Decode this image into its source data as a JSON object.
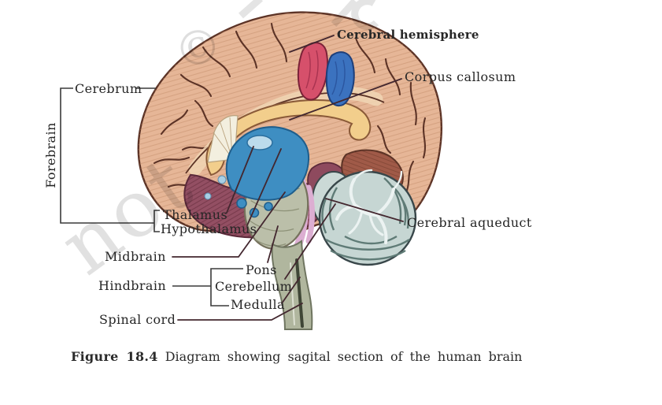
{
  "figure": {
    "labels": {
      "cerebral_hemisphere": "Cerebral hemisphere",
      "corpus_callosum": "Corpus callosum",
      "cerebrum": "Cerebrum",
      "forebrain": "Forebrain",
      "thalamus": "Thalamus",
      "hypothalamus": "Hypothalamus",
      "midbrain": "Midbrain",
      "cerebral_aqueduct": "Cerebral aqueduct",
      "pons": "Pons",
      "cerebellum": "Cerebellum",
      "medulla": "Medulla",
      "hindbrain": "Hindbrain",
      "spinal_cord": "Spinal cord"
    },
    "caption": {
      "figure_label": "Figure 18.4",
      "text": "Diagram showing sagital section of the human brain"
    },
    "watermark": {
      "copyright_symbol": "©",
      "fragment_lower": "not"
    },
    "colors": {
      "cortex": "#E6B697",
      "cortex_outline": "#5C3326",
      "corpus_callosum": "#F2CE8C",
      "thalamus_blue": "#3E8EC2",
      "highlight_red": "#D6506B",
      "highlight_blue": "#3B72BF",
      "pons_gray": "#BBBFA9",
      "cerebellum_gray": "#C6D6D3",
      "maroon_region": "#934F63",
      "leader_line": "#43272F",
      "bracket_line": "#3A3A3A",
      "text": "#262626"
    }
  }
}
